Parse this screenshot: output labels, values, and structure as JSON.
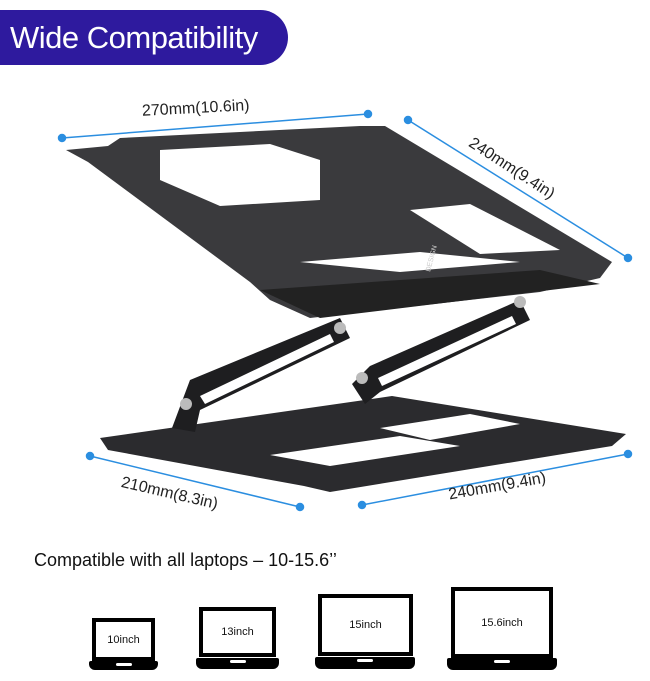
{
  "banner": {
    "title": "Wide Compatibility",
    "color": "#2e1a9e"
  },
  "dimensions": {
    "top_width": "270mm(10.6in)",
    "top_depth": "240mm(9.4in)",
    "base_width": "210mm(8.3in)",
    "base_depth": "240mm(9.4in)",
    "line_color": "#2b8ee0"
  },
  "stand": {
    "brand": "DESIGN"
  },
  "compat_text": "Compatible with all laptops – 10-15.6’’",
  "laptops": [
    {
      "label": "10inch"
    },
    {
      "label": "13inch"
    },
    {
      "label": "15inch"
    },
    {
      "label": "15.6inch"
    }
  ]
}
